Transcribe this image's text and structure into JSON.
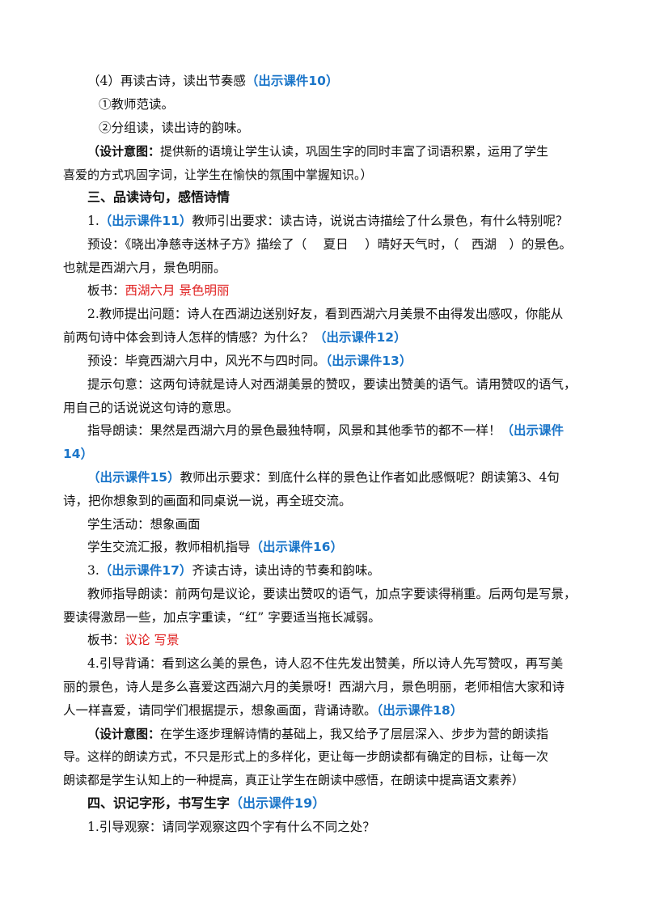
{
  "l01": {
    "a": "（4）再读古诗，读出节奏感",
    "b": "（出示课件10）"
  },
  "l02": "①教师范读。",
  "l03": "②分组读，读出诗的韵味。",
  "l04": {
    "a": "（设计意图：",
    "b": "提供新的语境让学生认读，巩固生字的同时丰富了词语积累，运用了学生"
  },
  "l05": "喜爱的方式巩固字词，让学生在愉快的氛围中掌握知识。）",
  "h3": "三、品读诗句，感悟诗情",
  "l07": {
    "a": "1.",
    "b": "（出示课件11）",
    "c": "教师引出要求：读古诗，说说古诗描绘了什么景色，有什么特别呢？"
  },
  "l08": "预设：《晓出净慈寺送林子方》描绘了（　 夏日　 ）晴好天气时，（　西湖　）的景色。",
  "l09": "也就是西湖六月，景色明丽。",
  "l10": {
    "a": "板书：",
    "b": "西湖六月  景色明丽"
  },
  "l11": "2.教师提出问题：诗人在西湖边送别好友，看到西湖六月美景不由得发出感叹，你能从",
  "l12": {
    "a": "前两句诗中体会到诗人怎样的情感？为什么？",
    "b": "（出示课件12）"
  },
  "l13": {
    "a": "预设：毕竟西湖六月中，风光不与四时同。",
    "b": "（出示课件13）"
  },
  "l14": "提示句意：这两句诗就是诗人对西湖美景的赞叹，要读出赞美的语气。请用赞叹的语气，",
  "l15": "用自己的话说说这句诗的意思。",
  "l16": {
    "a": "指导朗读：果然是西湖六月的景色最独特啊，风景和其他季节的都不一样！",
    "b": "（出示课件"
  },
  "l17": "14）",
  "l18": {
    "a": "（出示课件15）",
    "b": "教师出示要求：到底什么样的景色让作者如此感慨呢？朗读第3、4句"
  },
  "l19": "诗，把你想象到的画面和同桌说一说，再全班交流。",
  "l20": "学生活动：想象画面",
  "l21": {
    "a": "学生交流汇报，教师相机指导",
    "b": "（出示课件16）"
  },
  "l22": {
    "a": "3.",
    "b": "（出示课件17）",
    "c": "齐读古诗，读出诗的节奏和韵味。"
  },
  "l23": "教师指导朗读：前两句是议论，要读出赞叹的语气，加点字要读得稍重。后两句是写景，",
  "l24": "要读得激昂一些，加点字重读，“红” 字要适当拖长减弱。",
  "l25": {
    "a": "板书：",
    "b": "议论  写景"
  },
  "l26": "4.引导背诵：看到这么美的景色，诗人忍不住先发出赞美，所以诗人先写赞叹，再写美",
  "l27": "丽的景色，诗人是多么喜爱这西湖六月的美景呀！西湖六月，景色明丽，老师相信大家和诗",
  "l28": {
    "a": "人一样喜爱，请同学们根据提示，想象画面，背诵诗歌。",
    "b": "（出示课件18）"
  },
  "l29": {
    "a": "（设计意图：",
    "b": "在学生逐步理解诗情的基础上，我又给予了层层深入、步步为营的朗读指"
  },
  "l30": "导。这样的朗读方式，不只是形式上的多样化，更让每一步朗读都有确定的目标，让每一次",
  "l31": "朗读都是学生认知上的一种提高，真正让学生在朗读中感悟，在朗读中提高语文素养）",
  "h4": {
    "a": "四、识记字形，书写生字",
    "b": "（出示课件19）"
  },
  "l33": "1.引导观察：请同学观察这四个字有什么不同之处？"
}
